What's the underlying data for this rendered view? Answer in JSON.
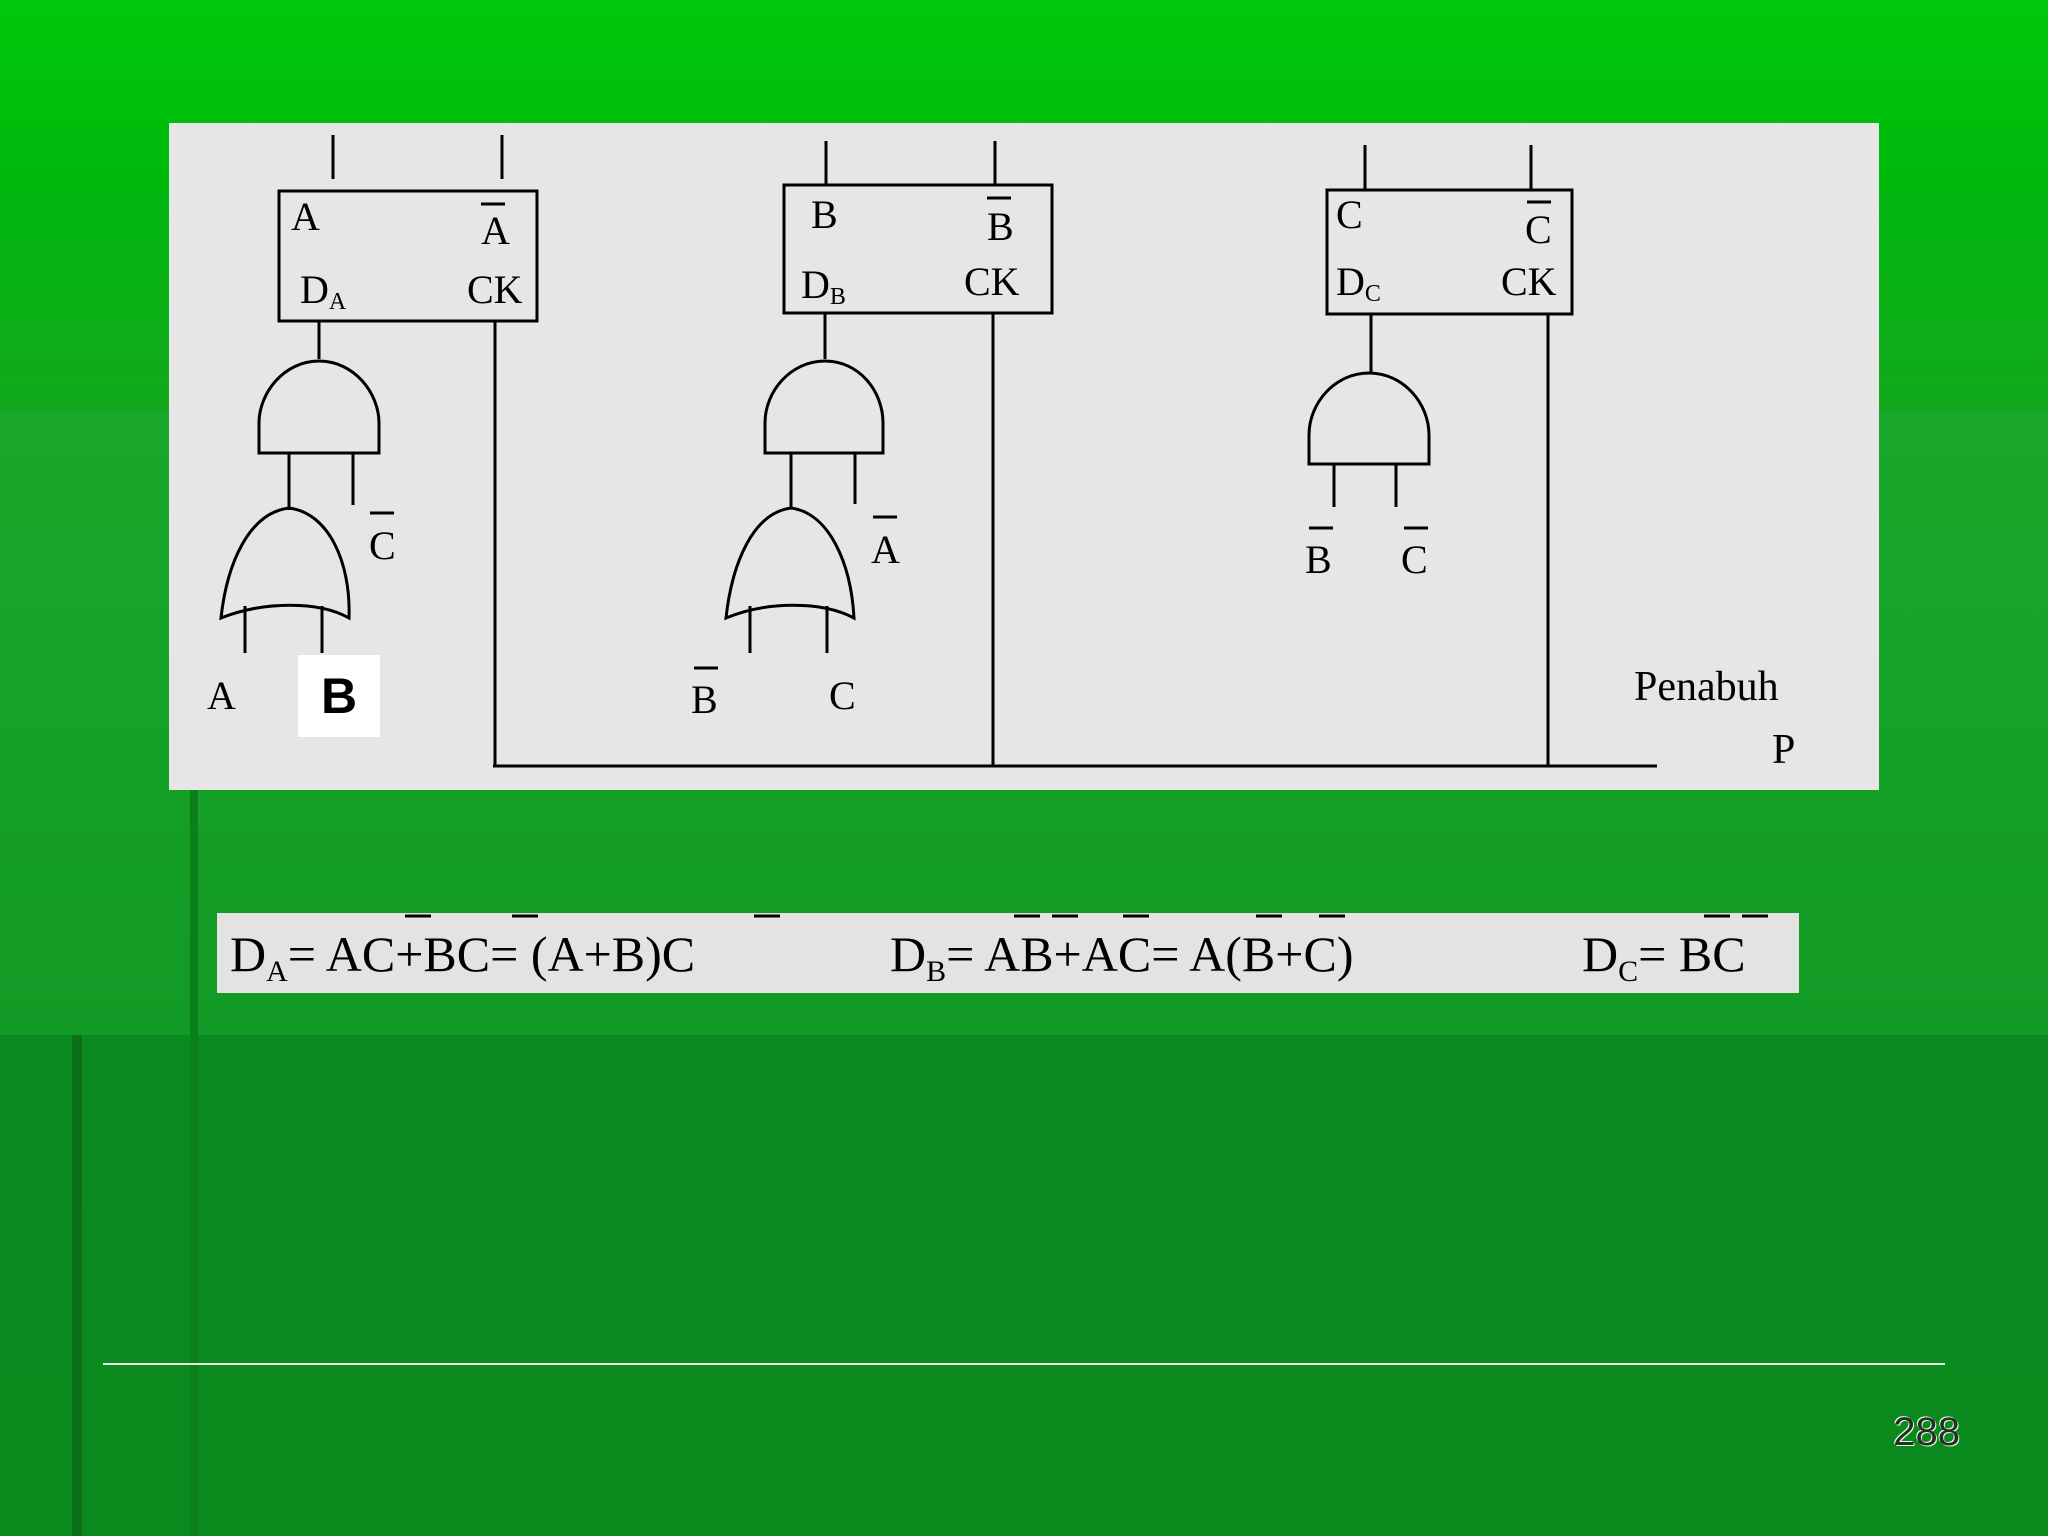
{
  "diagram": {
    "flipflops": [
      {
        "q": "A",
        "q_bar": "A",
        "d_prefix": "D",
        "d_sub": "A",
        "ck": "CK"
      },
      {
        "q": "B",
        "q_bar": "B",
        "d_prefix": "D",
        "d_sub": "B",
        "ck": "CK"
      },
      {
        "q": "C",
        "q_bar": "C",
        "d_prefix": "D",
        "d_sub": "C",
        "ck": "CK"
      }
    ],
    "inputs_a": {
      "and_c_bar": "C",
      "or_a": "A",
      "or_b": "B"
    },
    "inputs_b": {
      "and_a_bar": "A",
      "or_b_bar": "B",
      "or_c": "C"
    },
    "inputs_c": {
      "and_b_bar": "B",
      "and_c_bar": "C"
    },
    "clock_label_line1": "Penabuh",
    "clock_label_line2": "P"
  },
  "equations": {
    "da": {
      "prefix": "D",
      "sub": "A",
      "eq": "= A",
      "t1": "C",
      "t2": "+B",
      "t3": "C",
      "t4": "= (A+B)",
      "t5": "C"
    },
    "db": {
      "prefix": "D",
      "sub": "B",
      "eq": "= ",
      "t1": "A",
      "t2": "B",
      "t3": "+",
      "t4": "A",
      "t5": "C= ",
      "t6": "A",
      "t7": "(",
      "t8": "B",
      "t9": "+C)"
    },
    "dc": {
      "prefix": "D",
      "sub": "C",
      "eq": "= ",
      "t1": "B",
      "t2": "C"
    }
  },
  "page_number": "288",
  "colors": {
    "background": "#0a8a1e",
    "panel": "#e6e6e6"
  }
}
